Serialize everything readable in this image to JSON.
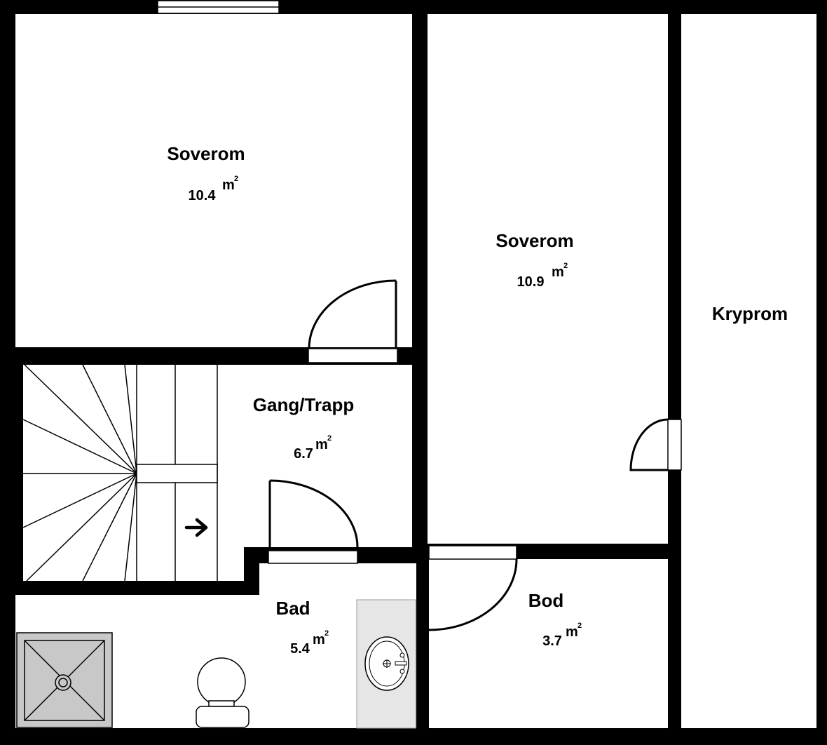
{
  "rooms": [
    {
      "name": "Soverom",
      "area": "10.4"
    },
    {
      "name": "Soverom",
      "area": "10.9"
    },
    {
      "name": "Gang/Trapp",
      "area": "6.7"
    },
    {
      "name": "Bad",
      "area": "5.4"
    },
    {
      "name": "Bod",
      "area": "3.7"
    },
    {
      "name": "Kryprom"
    }
  ],
  "area_unit": "m",
  "area_unit_exp": "2",
  "colors": {
    "wall": "#000000",
    "floor": "#ffffff",
    "shower": "#c8c8c8",
    "counter": "#e6e6e6"
  },
  "icons": {
    "stair_direction": "arrow-right-icon"
  }
}
